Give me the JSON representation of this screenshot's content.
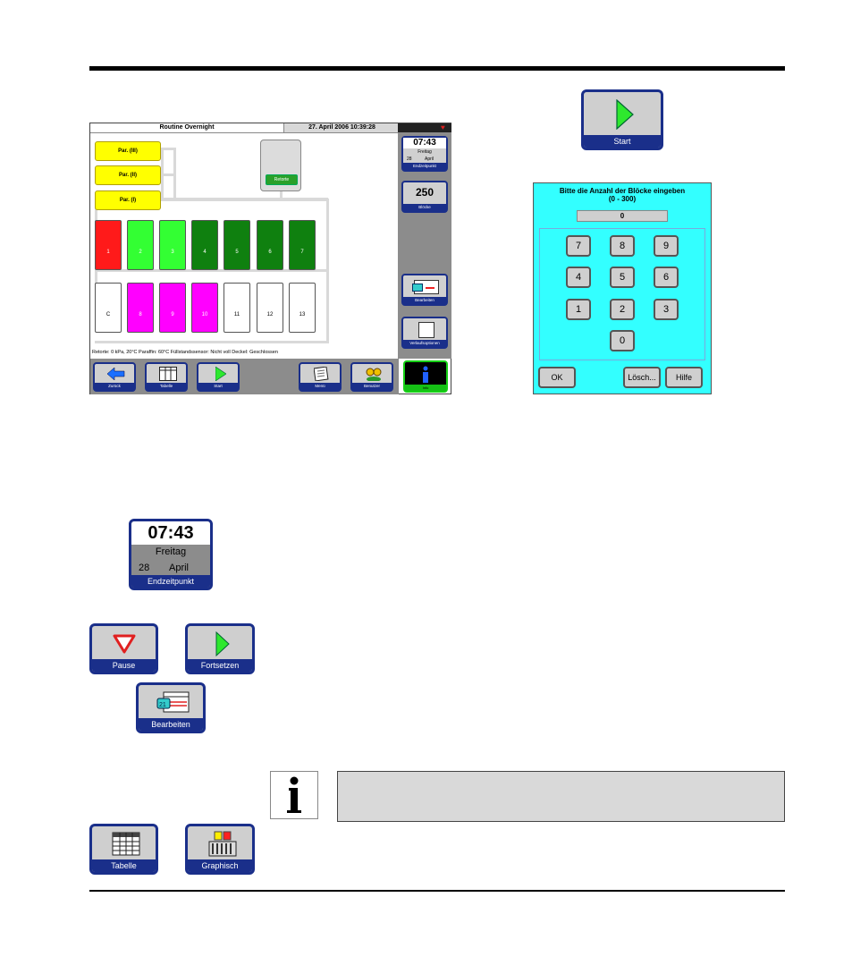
{
  "screen": {
    "program_name": "Routine Overnight",
    "datetime": "27. April 2006 10:39:28",
    "paraffin_baths": [
      "Par. (III)",
      "Par. (II)",
      "Par. (I)"
    ],
    "retort_label": "Retorte",
    "stations_top": [
      {
        "label": "1",
        "color": "#ff1a1a"
      },
      {
        "label": "2",
        "color": "#33ff33"
      },
      {
        "label": "3",
        "color": "#33ff33"
      },
      {
        "label": "4",
        "color": "#0f800f"
      },
      {
        "label": "5",
        "color": "#0f800f"
      },
      {
        "label": "6",
        "color": "#0f800f"
      },
      {
        "label": "7",
        "color": "#0f800f"
      }
    ],
    "stations_bottom": [
      {
        "label": "C",
        "color": "#ffffff"
      },
      {
        "label": "8",
        "color": "#ff00ff"
      },
      {
        "label": "9",
        "color": "#ff00ff"
      },
      {
        "label": "10",
        "color": "#ff00ff"
      },
      {
        "label": "11",
        "color": "#ffffff"
      },
      {
        "label": "12",
        "color": "#ffffff"
      },
      {
        "label": "13",
        "color": "#ffffff"
      }
    ],
    "status_line": "Retorte:    0 kPa,  20°C    Paraffin:  60°C    Füllstandssensor: Nicht voll    Deckel: Geschlossen",
    "side": {
      "end_time": "07:43",
      "end_day": "Freitag",
      "end_date_num": "28",
      "end_month": "April",
      "end_caption": "Endzeitpunkt",
      "blocks_value": "250",
      "blocks_caption": "Blöcke",
      "edit_caption": "Bearbeiten",
      "options_caption": "Verlaufsoptionen"
    },
    "bottom_buttons": {
      "back": "Zurück",
      "table": "Tabelle",
      "start": "Start",
      "menu": "Menü",
      "user": "Benutzer",
      "info": "Info"
    }
  },
  "start_button": {
    "caption": "Start"
  },
  "keypad": {
    "title_line1": "Bitte die Anzahl der Blöcke eingeben",
    "title_line2": "(0 - 300)",
    "display": "0",
    "keys": [
      "7",
      "8",
      "9",
      "4",
      "5",
      "6",
      "1",
      "2",
      "3",
      "0"
    ],
    "ok": "OK",
    "clear": "Lösch...",
    "help": "Hilfe"
  },
  "endzeit_button": {
    "time": "07:43",
    "day": "Freitag",
    "date_num": "28",
    "month": "April",
    "caption": "Endzeitpunkt"
  },
  "pause_button": {
    "caption": "Pause"
  },
  "continue_button": {
    "caption": "Fortsetzen"
  },
  "edit_button": {
    "caption": "Bearbeiten"
  },
  "table_button": {
    "caption": "Tabelle"
  },
  "graphic_button": {
    "caption": "Graphisch"
  },
  "colors": {
    "accent_blue": "#1a2f8a",
    "panel_gray": "#8c8c8c",
    "keypad_cyan": "#33ffff",
    "play_green": "#2ee82e"
  }
}
